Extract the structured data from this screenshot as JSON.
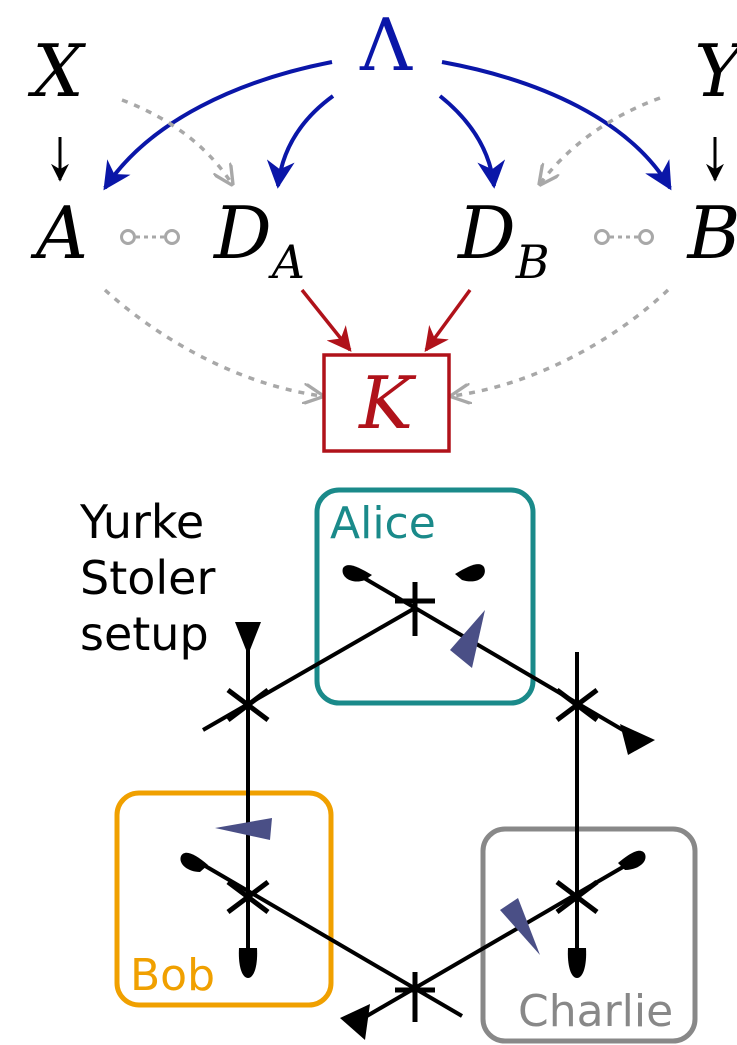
{
  "causal": {
    "lambda": "Λ",
    "x": "X",
    "y": "Y",
    "a": "A",
    "b": "B",
    "da_main": "D",
    "da_sub": "A",
    "db_main": "D",
    "db_sub": "B",
    "k": "K"
  },
  "setup": {
    "title_line1": "Yurke",
    "title_line2": "Stoler",
    "title_line3": "setup",
    "alice": "Alice",
    "bob": "Bob",
    "charlie": "Charlie"
  },
  "colors": {
    "blue": "#0a16a8",
    "red": "#b0121a",
    "gray_dashed": "#a8a8a8",
    "alice": "#1a8a8a",
    "bob": "#f0a000",
    "charlie": "#888888",
    "phase": "#4a4f86"
  }
}
